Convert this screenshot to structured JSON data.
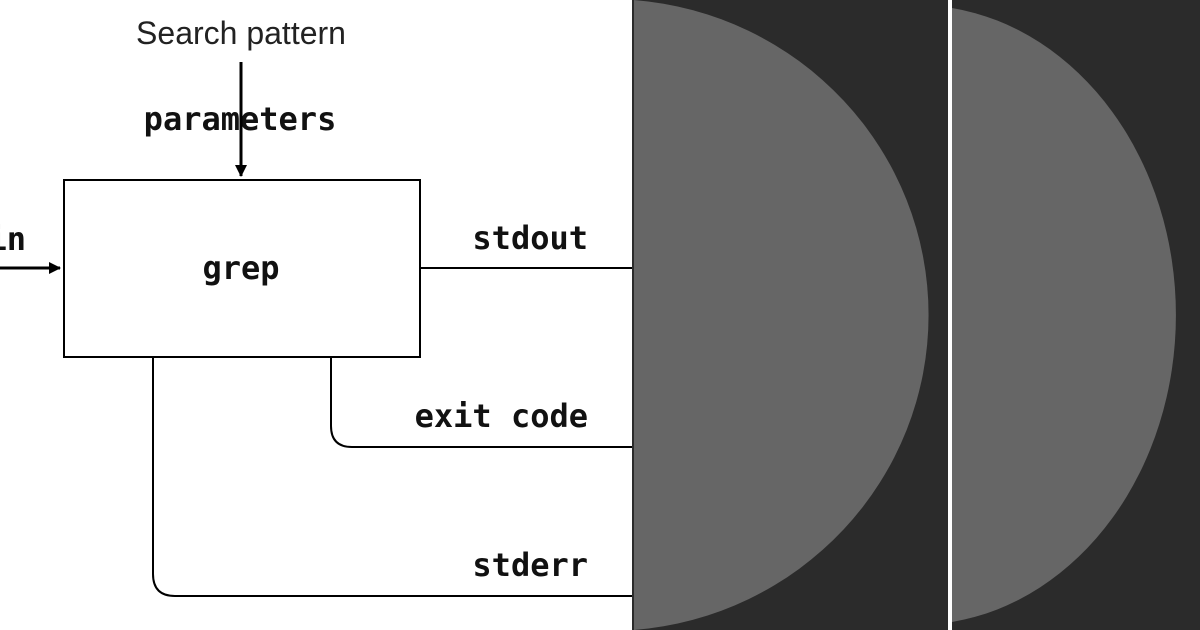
{
  "diagram": {
    "nodes": {
      "process": {
        "label": "grep"
      }
    },
    "inputs": {
      "top_title": "Search pattern",
      "top_label": "parameters",
      "left_label": "stdin"
    },
    "outputs": {
      "stdout": "stdout",
      "exit_code": "exit code",
      "stderr": "stderr"
    }
  },
  "colors": {
    "diagram_background": "#ffffff",
    "stroke": "#000000",
    "panel_background": "#2b2b2b",
    "panel_shape": "#666666",
    "divider": "#ffffff"
  },
  "decor": {
    "shapes": [
      "half-circle",
      "half-circle"
    ]
  }
}
